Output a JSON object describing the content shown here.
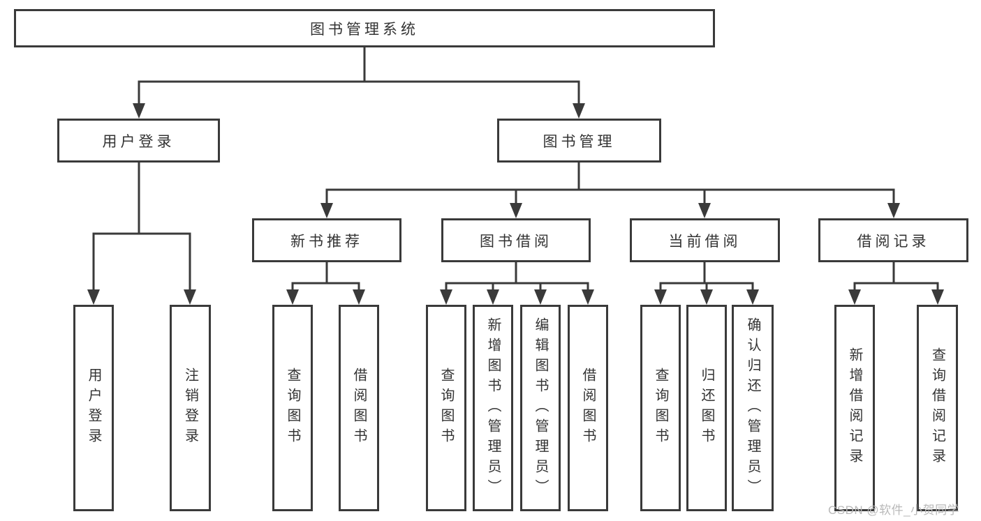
{
  "diagram": {
    "root": {
      "label": "图书管理系统"
    },
    "level2": [
      {
        "label": "用户登录"
      },
      {
        "label": "图书管理"
      }
    ],
    "level3": [
      {
        "label": "新书推荐"
      },
      {
        "label": "图书借阅"
      },
      {
        "label": "当前借阅"
      },
      {
        "label": "借阅记录"
      }
    ],
    "leaves": {
      "login": [
        "用户登录",
        "注销登录"
      ],
      "recommend": [
        "查询图书",
        "借阅图书"
      ],
      "borrow": [
        "查询图书",
        "新增图书（管理员）",
        "编辑图书（管理员）",
        "借阅图书"
      ],
      "current": [
        "查询图书",
        "归还图书",
        "确认归还（管理员）"
      ],
      "records": [
        "新增借阅记录",
        "查询借阅记录"
      ]
    }
  },
  "watermark": {
    "text": "CSDN @软件_小贺同学"
  },
  "colors": {
    "line": "#3a3a3a",
    "box_border": "#3a3a3a",
    "box_fill": "#ffffff",
    "text": "#333333",
    "watermark": "#b9b9b9",
    "background": "#ffffff"
  }
}
